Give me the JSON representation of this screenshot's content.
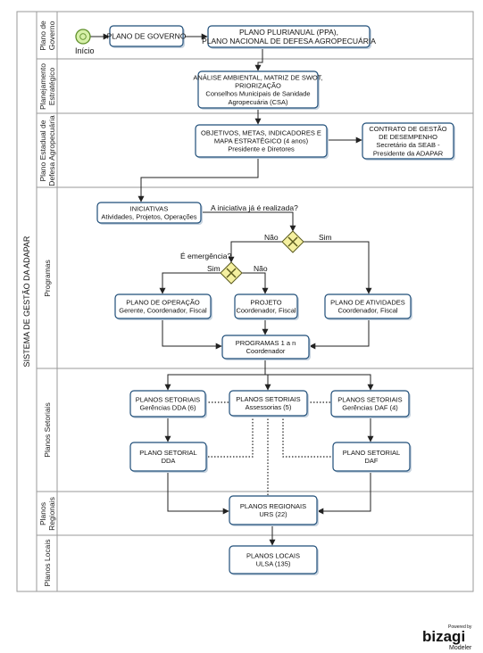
{
  "pool": {
    "title": "SISTEMA DE GESTÃO DA ADAPAR"
  },
  "lanes": [
    {
      "id": "lane-plano-governo",
      "lines": [
        "Plano de",
        "Governo"
      ]
    },
    {
      "id": "lane-planejamento",
      "lines": [
        "Planejamento",
        "Estratégico"
      ]
    },
    {
      "id": "lane-plano-estadual",
      "lines": [
        "Plano Estadual de",
        "Defesa Agropecuária"
      ]
    },
    {
      "id": "lane-programas",
      "lines": [
        "Programas"
      ]
    },
    {
      "id": "lane-planos-setoriais",
      "lines": [
        "Planos Setoriais"
      ]
    },
    {
      "id": "lane-planos-regionais",
      "lines": [
        "Planos",
        "Regionais"
      ]
    },
    {
      "id": "lane-planos-locais",
      "lines": [
        "Planos Locais"
      ]
    }
  ],
  "start_event": {
    "label": "Início"
  },
  "tasks": [
    {
      "id": "plano-de-governo",
      "lines": [
        "PLANO DE GOVERNO"
      ]
    },
    {
      "id": "ppa",
      "lines": [
        "PLANO PLURIANUAL (PPA),",
        "PLANO NACIONAL DE DEFESA AGROPECUÁRIA"
      ]
    },
    {
      "id": "analise-ambiental",
      "lines": [
        "ANÁLISE AMBIENTAL, MATRIZ DE SWOT,",
        "PRIORIZAÇÃO",
        "Conselhos Municipais de Sanidade",
        "Agropecuária (CSA)"
      ]
    },
    {
      "id": "objetivos-metas",
      "lines": [
        "OBJETIVOS, METAS, INDICADORES E",
        "MAPA ESTRATÉGICO (4 anos)",
        "Presidente e Diretores"
      ]
    },
    {
      "id": "contrato-gestao",
      "lines": [
        "CONTRATO DE GESTÃO",
        "DE DESEMPENHO",
        "Secretário da SEAB -",
        "Presidente da ADAPAR"
      ]
    },
    {
      "id": "iniciativas",
      "lines": [
        "INICIATIVAS",
        "Atividades, Projetos, Operações"
      ]
    },
    {
      "id": "plano-operacao",
      "lines": [
        "PLANO DE OPERAÇÃO",
        "Gerente, Coordenador, Fiscal"
      ]
    },
    {
      "id": "projeto",
      "lines": [
        "PROJETO",
        "Coordenador, Fiscal"
      ]
    },
    {
      "id": "plano-atividades",
      "lines": [
        "PLANO DE ATIVIDADES",
        "Coordenador, Fiscal"
      ]
    },
    {
      "id": "programas-1-n",
      "lines": [
        "PROGRAMAS 1 a n",
        "Coordenador"
      ]
    },
    {
      "id": "planos-setoriais-dda",
      "lines": [
        "PLANOS SETORIAIS",
        "Gerências DDA (6)"
      ]
    },
    {
      "id": "planos-setoriais-assessorias",
      "lines": [
        "PLANOS SETORIAIS",
        "Assessorias (5)"
      ]
    },
    {
      "id": "planos-setoriais-daf",
      "lines": [
        "PLANOS SETORIAIS",
        "Gerências DAF (4)"
      ]
    },
    {
      "id": "plano-setorial-dda",
      "lines": [
        "PLANO SETORIAL",
        "DDA"
      ]
    },
    {
      "id": "plano-setorial-daf",
      "lines": [
        "PLANO SETORIAL",
        "DAF"
      ]
    },
    {
      "id": "planos-regionais",
      "lines": [
        "PLANOS REGIONAIS",
        "URS (22)"
      ]
    },
    {
      "id": "planos-locais",
      "lines": [
        "PLANOS LOCAIS",
        "ULSA (135)"
      ]
    }
  ],
  "gateways": [
    {
      "id": "gw-realizada",
      "question": "A iniciativa já é realizada?",
      "no": "Não",
      "yes": "Sim"
    },
    {
      "id": "gw-emergencia",
      "question": "É emergência?",
      "no": "Não",
      "yes": "Sim"
    }
  ],
  "watermark": {
    "powered_by": "Powered by",
    "brand": "bizagi",
    "product": "Modeler",
    "brand_color": "#e0697a"
  }
}
